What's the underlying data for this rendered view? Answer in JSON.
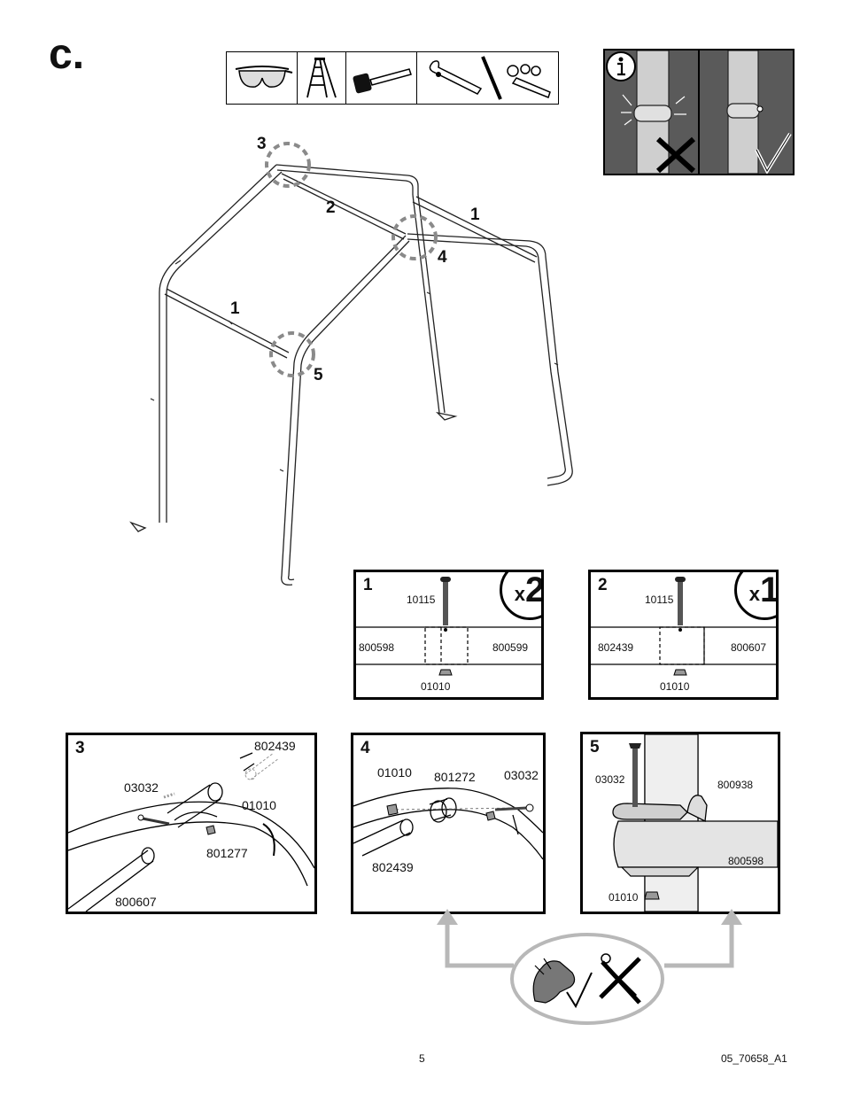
{
  "step_letter": "c.",
  "tools": [
    "safety-glasses-icon",
    "step-ladder-icon",
    "rubber-mallet-icon",
    "wrench-or-ratchet-icon"
  ],
  "frame_callouts": {
    "c3": "3",
    "c2": "2",
    "c1a": "1",
    "c4": "4",
    "c1b": "1",
    "c5": "5"
  },
  "box1": {
    "num": "1",
    "qty_x": "x",
    "qty_n": "2",
    "bolt": "10115",
    "left_part": "800598",
    "right_part": "800599",
    "nut": "01010"
  },
  "box2": {
    "num": "2",
    "qty_x": "x",
    "qty_n": "1",
    "bolt": "10115",
    "left_part": "802439",
    "right_part": "800607",
    "nut": "01010"
  },
  "box3": {
    "num": "3",
    "top": "802439",
    "bolt": "03032",
    "nut": "01010",
    "connector": "801277",
    "pipe": "800607"
  },
  "box4": {
    "num": "4",
    "nut": "01010",
    "connector": "801272",
    "bolt": "03032",
    "pipe": "802439"
  },
  "box5": {
    "num": "5",
    "bolt": "03032",
    "bracket": "800938",
    "pipe": "800598",
    "nut": "01010"
  },
  "hand_tighten": {
    "ok": "hand-tighten-icon",
    "not_ok": "no-tools-icon"
  },
  "footer": {
    "page": "5",
    "doc_id": "05_70658_A1"
  },
  "colors": {
    "gray_arrow": "#b8b8b8",
    "dash_circle": "#8a8a8a",
    "panel_dark": "#444444"
  }
}
